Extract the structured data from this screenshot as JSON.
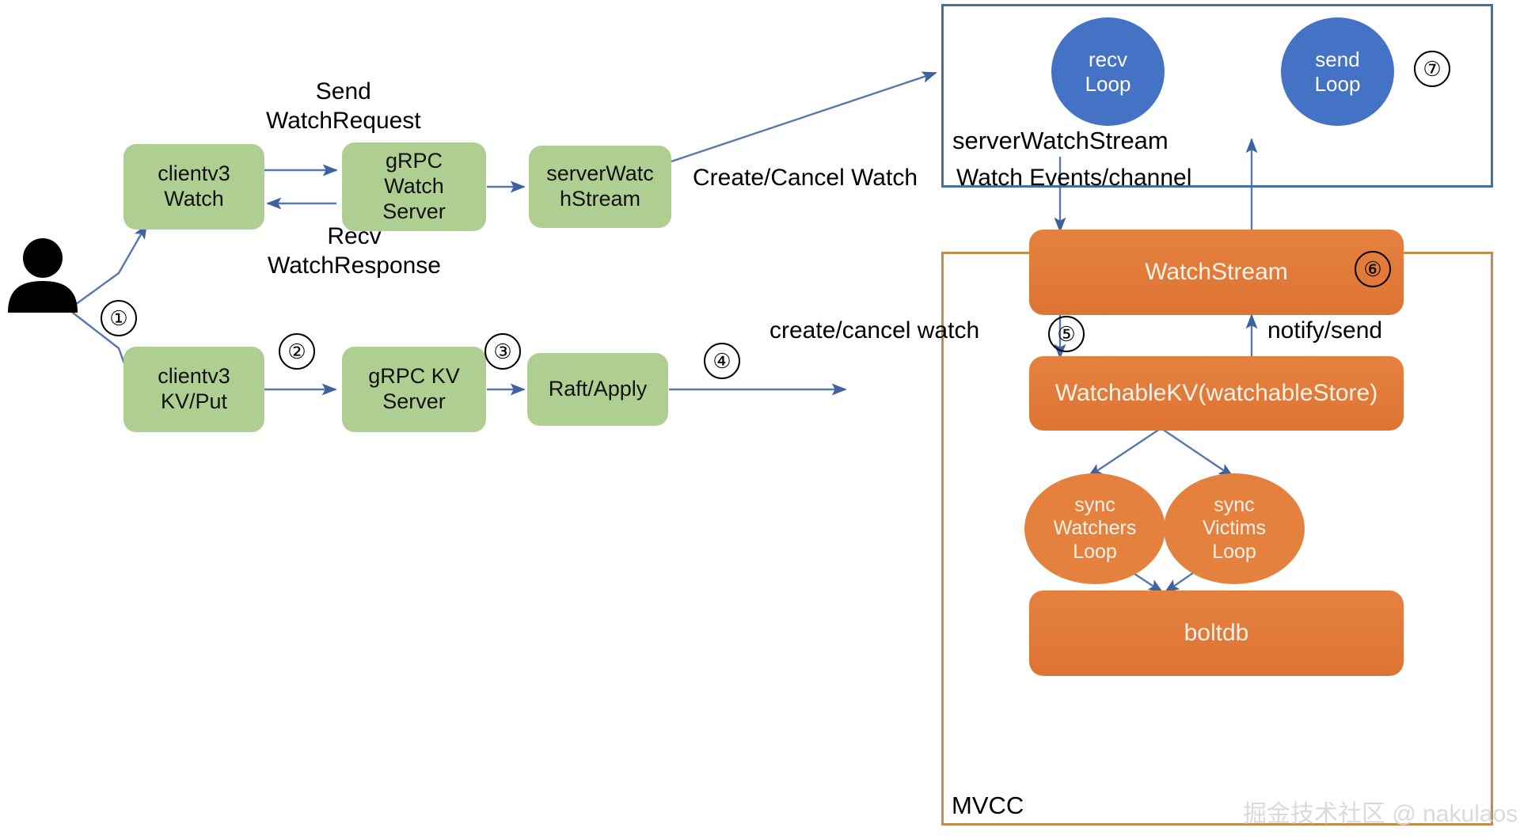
{
  "diagram": {
    "title": "etcd watch mechanism flow",
    "colors": {
      "green_node": "#AFCE92",
      "orange_node": "#E5813F",
      "blue_ellipse": "#4472C4",
      "arrow": "#4A6FA5",
      "swstream_border": "#41719C",
      "mvcc_border": "#C88B47",
      "text": "#000000"
    }
  },
  "actor": {
    "name": "user-actor-icon"
  },
  "nodes": {
    "clientv3_watch": "clientv3\nWatch",
    "clientv3_watch_lines": [
      "clientv3",
      "Watch"
    ],
    "grpc_watch_server_lines": [
      "gRPC",
      "Watch",
      "Server"
    ],
    "server_watch_stream_node_lines": [
      "serverWatc",
      "hStream"
    ],
    "clientv3_kv_put_lines": [
      "clientv3",
      "KV/Put"
    ],
    "grpc_kv_server_lines": [
      "gRPC KV",
      "Server"
    ],
    "raft_apply_lines": [
      "Raft/Apply"
    ],
    "recv_loop_lines": [
      "recv",
      "Loop"
    ],
    "send_loop_lines": [
      "send",
      "Loop"
    ],
    "watch_stream": "WatchStream",
    "watchable_kv": "WatchableKV(watchableStore)",
    "sync_watchers_loop_lines": [
      "sync",
      "Watchers",
      "Loop"
    ],
    "sync_victims_loop_lines": [
      "sync",
      "Victims",
      "Loop"
    ],
    "boltdb": "boltdb"
  },
  "containers": {
    "server_watch_stream_label": "serverWatchStream",
    "mvcc_label": "MVCC"
  },
  "edge_labels": {
    "send_watch_request": [
      "Send",
      "WatchRequest"
    ],
    "recv_watch_response": [
      "Recv",
      "WatchResponse"
    ],
    "create_cancel_watch_upper": "Create/Cancel Watch",
    "watch_events_channel": "Watch Events/channel",
    "create_cancel_watch_lower": "create/cancel watch",
    "notify_send": "notify/send"
  },
  "step_markers": {
    "s1": "①",
    "s2": "②",
    "s3": "③",
    "s4": "④",
    "s5": "⑤",
    "s6": "⑥",
    "s7": "⑦"
  },
  "watermark": {
    "text": "掘金技术社区 @ nakulaos"
  }
}
